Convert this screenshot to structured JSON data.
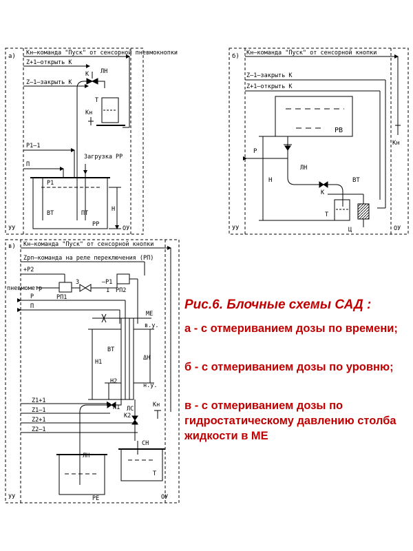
{
  "panel_a": {
    "letter": "а)",
    "cmd_start": "Кн–команда \"Пуск\" от сенсорной пневмокнопки",
    "cmd_open": "Z+1–открыть К",
    "cmd_close": "Z–1–закрыть К",
    "valve": "К",
    "line": "ЛН",
    "tank_t": "Т",
    "button": "Кн",
    "p_signal": "Р1–1",
    "n_signal": "П",
    "load": "Загрузка РР",
    "p1": "Р1",
    "vt": "ВТ",
    "pt": "ПТ",
    "h": "Н",
    "rr": "РР",
    "uu": "УУ",
    "ou": "ОУ"
  },
  "panel_b": {
    "letter": "б)",
    "cmd_start": "Кн–команда \"Пуск\" от сенсорной кнопки",
    "cmd_close": "Z–1–закрыть К",
    "cmd_open": "Z+1–открыть К",
    "rv": "РВ",
    "button": "Кн",
    "p": "Р",
    "line": "ЛН",
    "h": "Н",
    "vt": "ВТ",
    "k": "К",
    "t": "Т",
    "c": "Ц",
    "uu": "УУ",
    "ou": "ОУ"
  },
  "panel_v": {
    "letter": "в)",
    "cmd_start": "Кн–команда \"Пуск\" от сенсорной кнопки",
    "cmd_relay": "Zрп–команда на реле переключения (РП)",
    "p2": "+P2",
    "pneumometer": "пневмометр",
    "rp1": "РП1",
    "n3": "3",
    "p1": "–P1",
    "n1": "1",
    "rp2": "РП2",
    "p": "Р",
    "n": "П",
    "me": "МЕ",
    "vu": "в.у.",
    "nu": "н.у.",
    "vt": "ВТ",
    "h1": "Н1",
    "dh": "ΔН",
    "h2": "Н2",
    "z1p": "Z1+1",
    "z1m": "Z1–1",
    "z2p": "Z2+1",
    "z2m": "Z2–1",
    "k1": "К1",
    "k2": "К2",
    "button": "Кн",
    "ls": "ЛС",
    "sn": "СН",
    "ln": "ЛН",
    "t": "Т",
    "re": "РЕ",
    "uu": "УУ",
    "ou": "ОУ"
  },
  "caption": {
    "title": "Рис.6. Блочные схемы САД :",
    "item_a": "а - с  отмериванием дозы по времени;",
    "item_b": "б - с  отмериванием дозы по уровню;",
    "item_v": "в - с  отмериванием  дозы по гидростатическому давлению столба жидкости в МЕ"
  }
}
